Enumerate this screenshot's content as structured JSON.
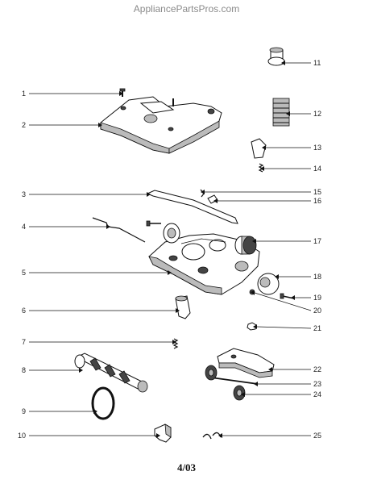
{
  "watermark": "AppliancePartsPros.com",
  "footer": "4/03",
  "callouts": [
    {
      "id": "1",
      "label": "1"
    },
    {
      "id": "2",
      "label": "2"
    },
    {
      "id": "3",
      "label": "3"
    },
    {
      "id": "4",
      "label": "4"
    },
    {
      "id": "5",
      "label": "5"
    },
    {
      "id": "6",
      "label": "6"
    },
    {
      "id": "7",
      "label": "7"
    },
    {
      "id": "8",
      "label": "8"
    },
    {
      "id": "9",
      "label": "9"
    },
    {
      "id": "10",
      "label": "10"
    },
    {
      "id": "11",
      "label": "11"
    },
    {
      "id": "12",
      "label": "12"
    },
    {
      "id": "13",
      "label": "13"
    },
    {
      "id": "14",
      "label": "14"
    },
    {
      "id": "15",
      "label": "15"
    },
    {
      "id": "16",
      "label": "16"
    },
    {
      "id": "17",
      "label": "17"
    },
    {
      "id": "18",
      "label": "18"
    },
    {
      "id": "19",
      "label": "19"
    },
    {
      "id": "20",
      "label": "20"
    },
    {
      "id": "21",
      "label": "21"
    },
    {
      "id": "22",
      "label": "22"
    },
    {
      "id": "23",
      "label": "23"
    },
    {
      "id": "24",
      "label": "24"
    },
    {
      "id": "25",
      "label": "25"
    }
  ]
}
